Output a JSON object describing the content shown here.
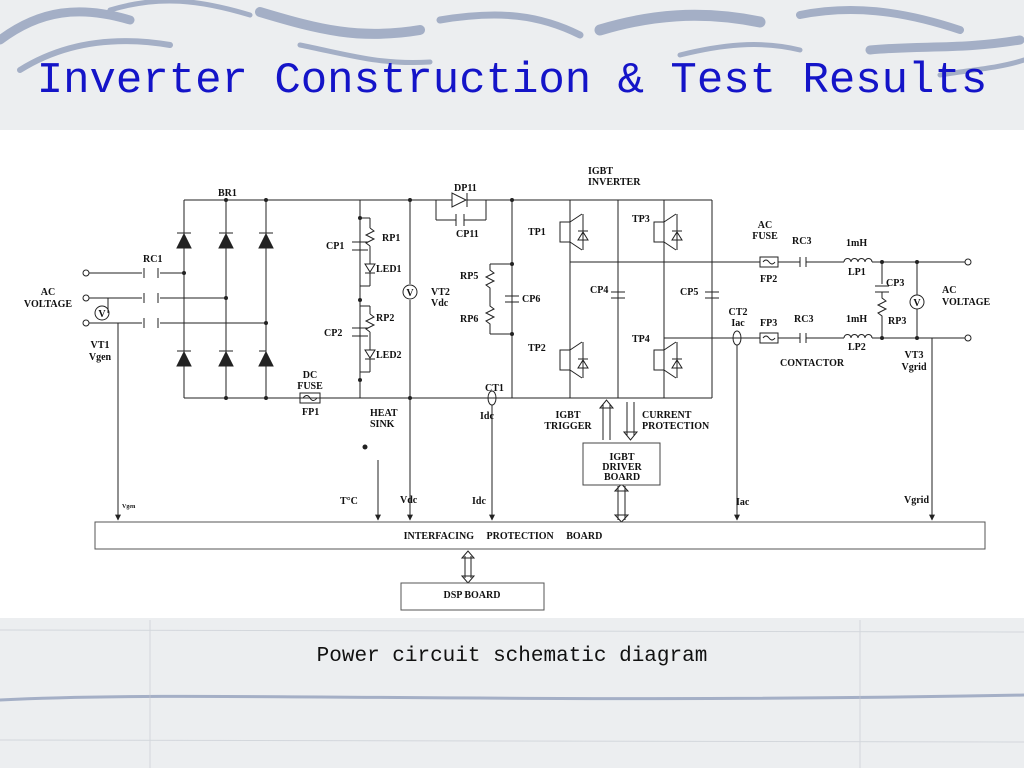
{
  "slide": {
    "title": "Inverter Construction & Test Results",
    "caption": "Power circuit schematic diagram"
  },
  "colors": {
    "title": "#1414c8",
    "background": "#eceef0",
    "swoosh": "#8c9ab8"
  },
  "labels": {
    "br1": "BR1",
    "rc1": "RC1",
    "ac_in_1": "AC",
    "ac_in_2": "VOLTAGE",
    "vt1_v": "V",
    "vt1_1": "VT1",
    "vt1_2": "Vgen",
    "cp1": "CP1",
    "rp1": "RP1",
    "led1": "LED1",
    "cp2": "CP2",
    "rp2": "RP2",
    "led2": "LED2",
    "vt2_v": "V",
    "vt2_1": "VT2",
    "vt2_2": "Vdc",
    "dc_fuse_1": "DC",
    "dc_fuse_2": "FUSE",
    "fp1": "FP1",
    "heat_sink_1": "HEAT",
    "heat_sink_2": "SINK",
    "dp11": "DP11",
    "cp11": "CP11",
    "rp5": "RP5",
    "rp6": "RP6",
    "cp6": "CP6",
    "ct1": "CT1",
    "idc": "Idc",
    "igbt_inv_1": "IGBT",
    "igbt_inv_2": "INVERTER",
    "tp1": "TP1",
    "tp2": "TP2",
    "tp3": "TP3",
    "tp4": "TP4",
    "cp4": "CP4",
    "cp5": "CP5",
    "igbt_trig_1": "IGBT",
    "igbt_trig_2": "TRIGGER",
    "cur_prot_1": "CURRENT",
    "cur_prot_2": "PROTECTION",
    "driver_1": "IGBT",
    "driver_2": "DRIVER",
    "driver_3": "BOARD",
    "ac_fuse_1": "AC",
    "ac_fuse_2": "FUSE",
    "fp2": "FP2",
    "rc3_top": "RC3",
    "l1_val": "1mH",
    "lp1": "LP1",
    "ct2_1": "CT2",
    "ct2_2": "Iac",
    "fp3": "FP3",
    "rc3_bot": "RC3",
    "l2_val": "1mH",
    "lp2": "LP2",
    "contactor": "CONTACTOR",
    "cp3": "CP3",
    "rp3": "RP3",
    "vt3_v": "V",
    "vt3_1": "VT3",
    "vt3_2": "Vgrid",
    "ac_out_1": "AC",
    "ac_out_2": "VOLTAGE",
    "sig_vgen": "Vgen",
    "sig_tc": "T°C",
    "sig_vdc": "Vdc",
    "sig_idc": "Idc",
    "sig_iac": "Iac",
    "sig_vgrid": "Vgrid",
    "interfacing_board": "INTERFACING     PROTECTION     BOARD",
    "dsp_board": "DSP BOARD"
  }
}
